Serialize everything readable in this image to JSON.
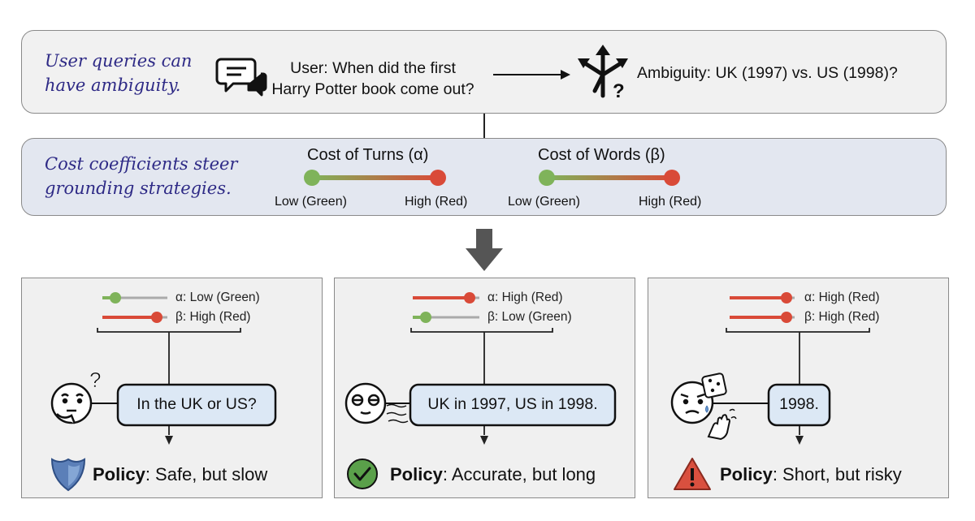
{
  "top": {
    "note": "User queries can\nhave ambiguity.",
    "query": "User: When did the first\nHarry Potter book come out?",
    "ambiguity": "Ambiguity: UK (1997) vs. US (1998)?"
  },
  "middle": {
    "note": "Cost coefficients steer\ngrounding strategies.",
    "turns": {
      "title": "Cost of Turns (α)",
      "low": "Low (Green)",
      "high": "High (Red)"
    },
    "words": {
      "title": "Cost of Words (β)",
      "low": "Low (Green)",
      "high": "High (Red)"
    }
  },
  "cards": [
    {
      "alpha": "α: Low (Green)",
      "beta": "β: High (Red)",
      "bubble": "In the UK or US?",
      "policy_label": "Policy",
      "policy_text": ": Safe, but slow"
    },
    {
      "alpha": "α: High (Red)",
      "beta": "β: Low (Green)",
      "bubble": "UK in 1997, US in 1998.",
      "policy_label": "Policy",
      "policy_text": ": Accurate, but long"
    },
    {
      "alpha": "α: High (Red)",
      "beta": "β: High (Red)",
      "bubble": "1998.",
      "policy_label": "Policy",
      "policy_text": ": Short, but risky"
    }
  ],
  "colors": {
    "low": "#7fb35a",
    "high": "#d94a38",
    "accent_text": "#2e2a86",
    "shield": "#5b7fb8",
    "check": "#5aa04a",
    "warning": "#d9503f"
  },
  "icons": [
    "chat-bubbles-icon",
    "branching-arrows-question-icon",
    "down-arrow-icon",
    "thinking-face-icon",
    "sighing-face-icon",
    "worried-face-icon",
    "dice-icon",
    "hand-icon",
    "shield-icon",
    "check-circle-icon",
    "warning-triangle-icon"
  ]
}
